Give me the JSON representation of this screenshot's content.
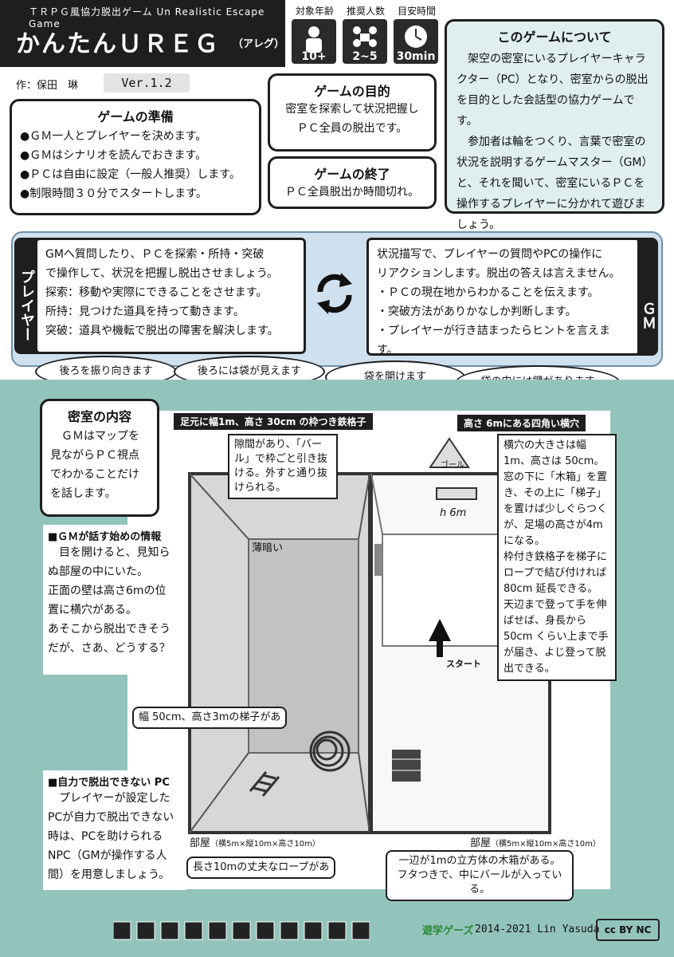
{
  "header": {
    "subtitle": "ＴＲＰＧ風協力脱出ゲーム Un Realistic Escape Game",
    "title": "かんたんＵＲＥＧ",
    "ruby": "（アレグ）",
    "author": "作：保田　琳",
    "version": "Ver.1.2"
  },
  "icons": [
    {
      "label": "対象年齢",
      "value": "10+",
      "icon": "person-icon"
    },
    {
      "label": "推奨人数",
      "value": "2~5",
      "icon": "group-icon"
    },
    {
      "label": "目安時間",
      "value": "30min",
      "icon": "clock-icon"
    }
  ],
  "prep": {
    "title": "ゲームの準備",
    "items": [
      "●ＧＭ一人とプレイヤーを決めます。",
      "●ＧＭはシナリオを読んでおきます。",
      "●ＰＣは自由に設定（一般人推奨）します。",
      "●制限時間３０分でスタートします。"
    ]
  },
  "goal": {
    "title": "ゲームの目的",
    "text": "密室を探索して状況把握し\nＰＣ全員の脱出です。"
  },
  "end": {
    "title": "ゲームの終了",
    "text": "ＰＣ全員脱出か時間切れ。"
  },
  "about": {
    "title": "このゲームについて",
    "p1": "架空の密室にいるプレイヤーキャラクター（PC）となり、密室からの脱出を目的とした会話型の協力ゲームです。",
    "p2": "参加者は輪をつくり、言葉で密室の状況を説明するゲームマスター（GM）と、それを聞いて、密室にいるＰＣを操作するプレイヤーに分かれて遊びましょう。"
  },
  "player": {
    "tab": "プレイヤー",
    "lines": [
      "GMへ質問したり、ＰＣを探索・所持・突破",
      "で操作して、状況を把握し脱出させましょう。",
      "探索：移動や実際にできることをさせます。",
      "所持：見つけた道具を持って動きます。",
      "突破：道具や機転で脱出の障害を解決します。"
    ]
  },
  "gm": {
    "tab": "ＧＭ",
    "lines": [
      "状況描写で、プレイヤーの質問やPCの操作に",
      "リアクションします。脱出の答えは言えません。",
      "・ＰＣの現在地からわかることを伝えます。",
      "・突破方法がありかなしか判断します。",
      "・プレイヤーが行き詰まったらヒントを言えます。"
    ]
  },
  "bubbles": [
    "後ろを振り向きます",
    "後ろには袋が見えます",
    "袋を開けます",
    "袋の中には鍵があります"
  ],
  "room": {
    "title": "密室の内容",
    "text": "ＧＭはマップを見ながらＰＣ視点でわかることだけを話します。"
  },
  "gm_start": {
    "heading": "■ＧＭが話す始めの情報",
    "text": "目を開けると、見知らぬ部屋の中にいた。\n正面の壁は高さ6mの位置に横穴がある。\nあそこから脱出できそうだが、さあ、どうする？"
  },
  "npc": {
    "heading": "■自力で脱出できない PC",
    "text": "プレイヤーが設定したPCが自力で脱出できない時は、PCを助けられるNPC（GMが操作する人間）を用意しましょう。"
  },
  "map": {
    "grate_label": "足元に幅1m、高さ 30cm の枠つき鉄格子",
    "grate_note": "隙間があり、「バール」で枠ごと引き抜ける。外すと通り抜けられる。",
    "hole_label": "高さ 6mにある四角い横穴",
    "hole_note": "横穴の大きさは幅1m、高さは 50cm。\n窓の下に「木箱」を置き、その上に「梯子」を置けば少しぐらつくが、足場の高さが4mになる。\n枠付き鉄格子を梯子にロープで結び付ければ 80cm 延長できる。\n天辺まで登って手を伸ばせば、身長から 50cm くらい上まで手が届き、よじ登って脱出できる。",
    "goal": "ゴール",
    "dark": "薄暗い",
    "height": "h 6m",
    "start": "スタート",
    "ladder": "幅 50cm、高さ3mの梯子があ",
    "rope": "長さ10mの丈夫なロープがあ",
    "box": "一辺が1mの立方体の木箱がある。\nフタつきで、中にバールが入っている。",
    "room_left": "部屋",
    "room_left_dim": "（横5m×縦10m×高さ10m）",
    "room_right": "部屋",
    "room_right_dim": "（横5m×縦10m×高さ10m）"
  },
  "footer": {
    "logo": "遊学ゲーズ",
    "copyright": "2014-2021 Lin Yasuda",
    "license": "cc BY NC"
  }
}
